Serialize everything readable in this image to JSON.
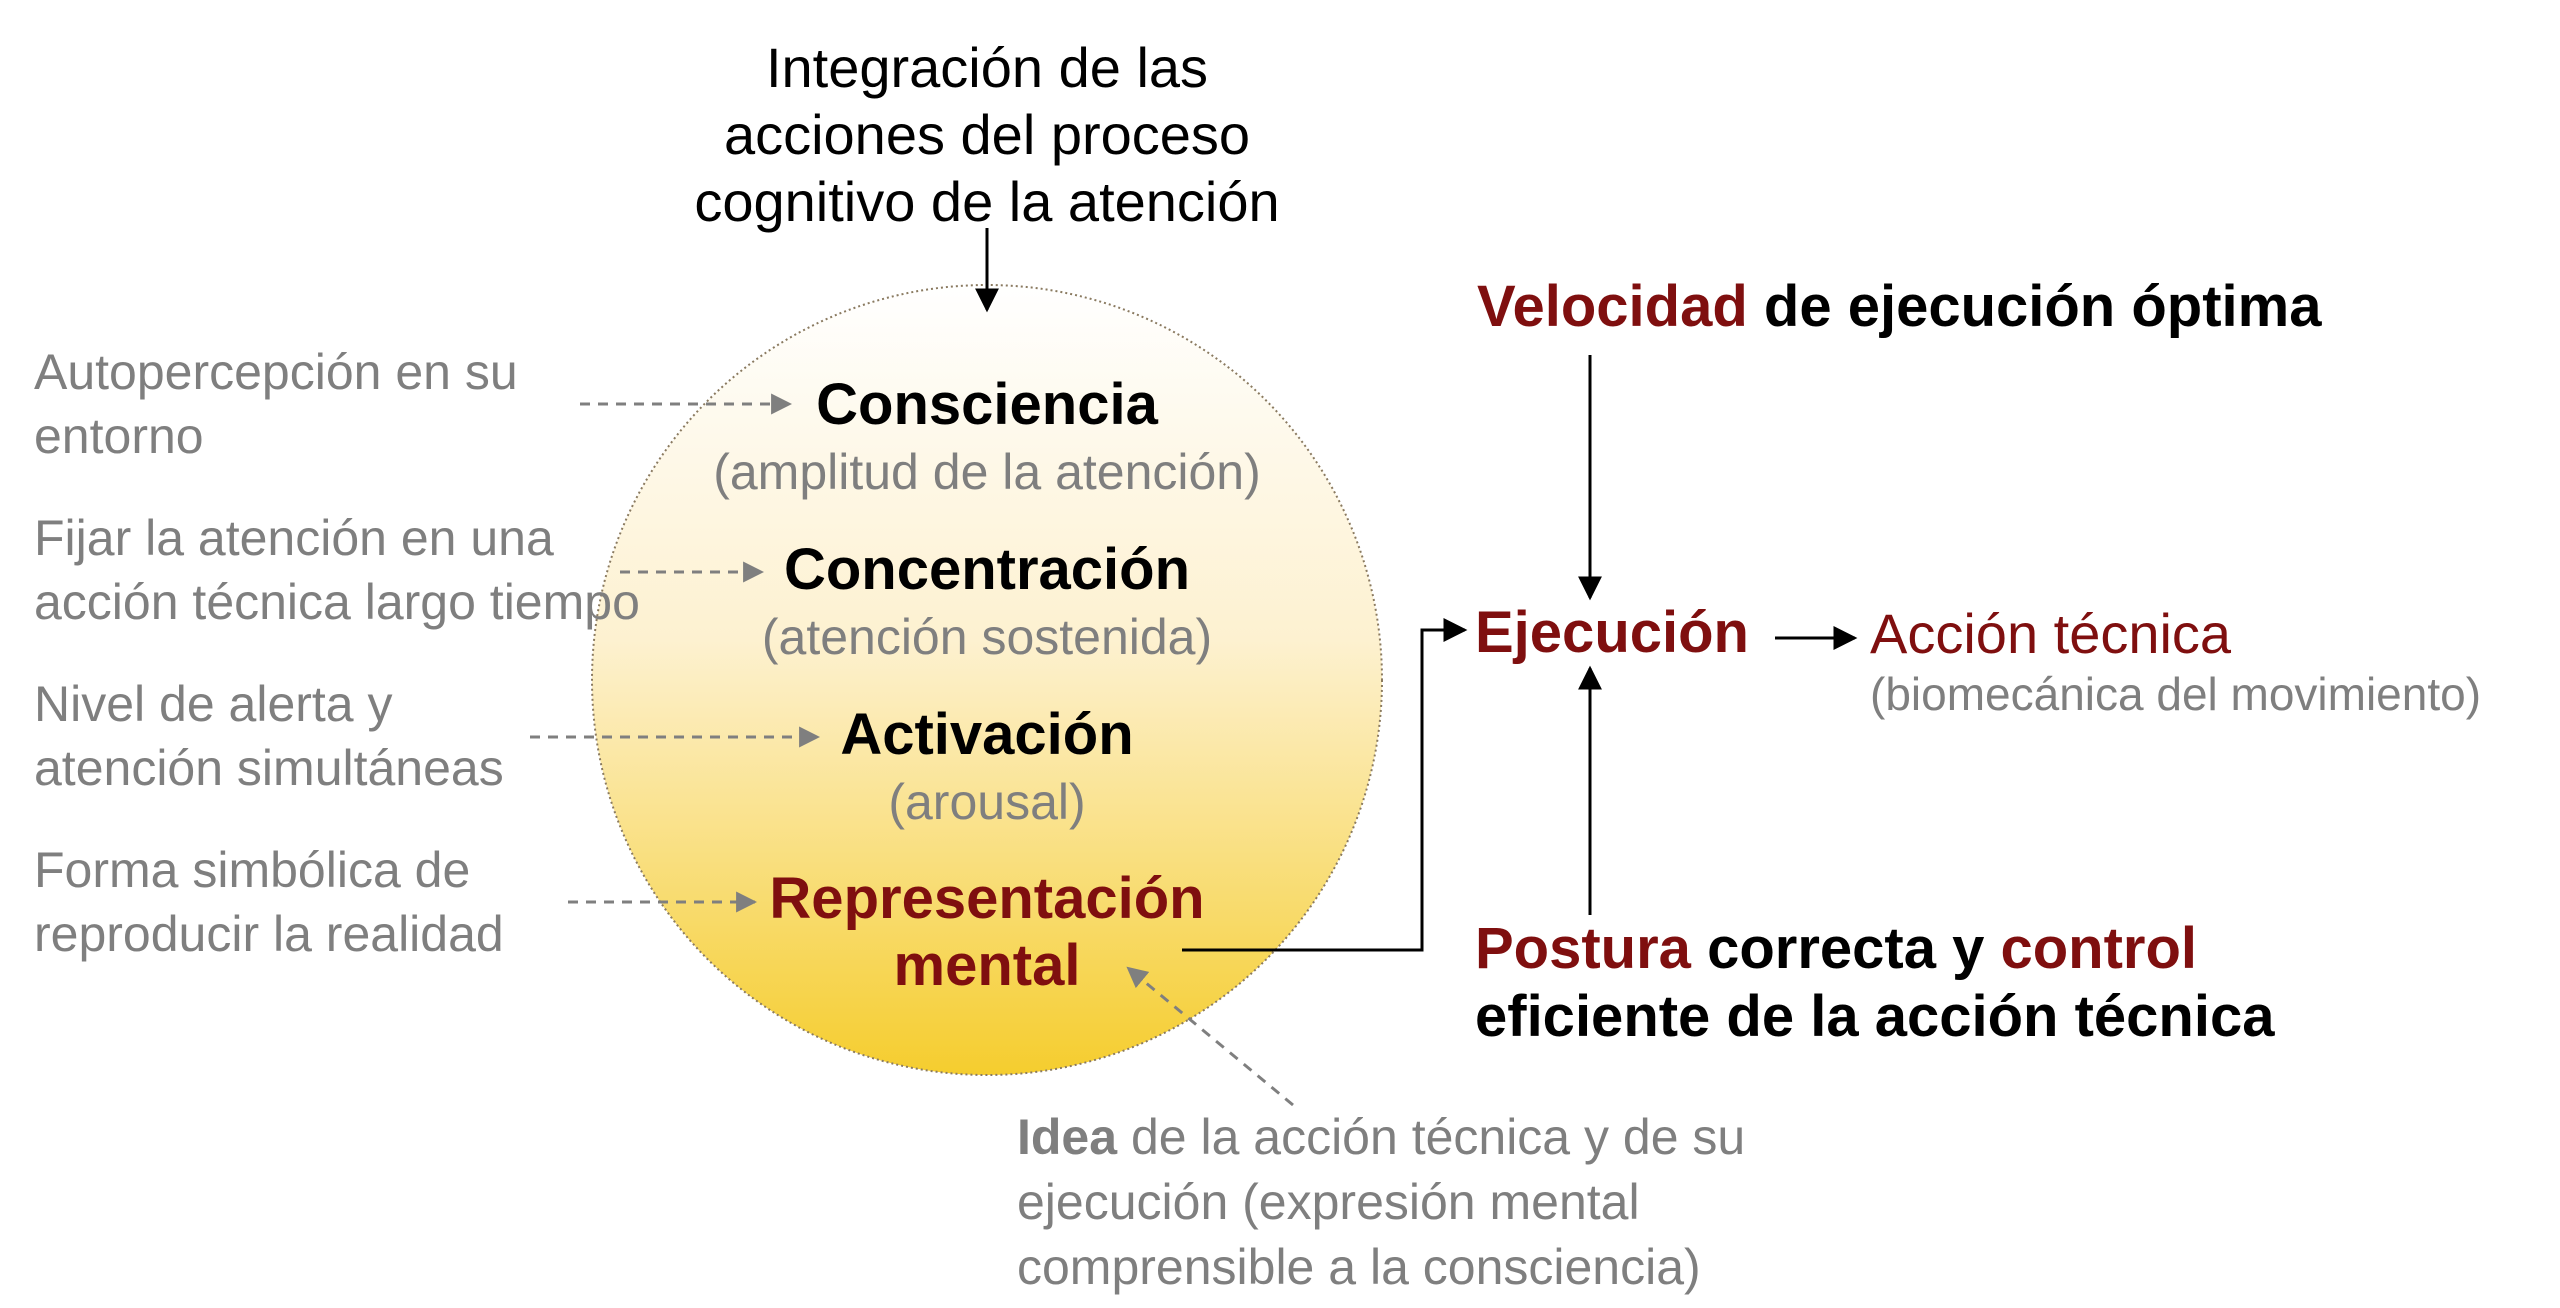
{
  "top_note": {
    "line1": "Integración de las",
    "line2": "acciones del proceso",
    "line3": "cognitivo de la atención"
  },
  "left_notes": [
    {
      "line1": "Autopercepción en su",
      "line2": "entorno"
    },
    {
      "line1": "Fijar la atención en una",
      "line2": "acción técnica largo tiempo"
    },
    {
      "line1": "Nivel de alerta y",
      "line2": "atención simultáneas"
    },
    {
      "line1": "Forma simbólica de",
      "line2": "reproducir la realidad"
    }
  ],
  "circle_items": [
    {
      "title": "Consciencia",
      "subtitle": "(amplitud de la atención)"
    },
    {
      "title": "Concentración",
      "subtitle": "(atención sostenida)"
    },
    {
      "title": "Activación",
      "subtitle": "(arousal)"
    },
    {
      "title_line1": "Representación",
      "title_line2": "mental"
    }
  ],
  "idea_note": {
    "bold": "Idea",
    "line1_rest": " de la acción técnica y de su",
    "line2": "ejecución (expresión mental",
    "line3": "comprensible a la consciencia)"
  },
  "velocidad": {
    "red": "Velocidad",
    "rest": " de ejecución óptima"
  },
  "ejecucion": "Ejecución",
  "accion_tecnica": {
    "title": "Acción técnica",
    "subtitle": "(biomecánica del movimiento)"
  },
  "postura": {
    "red1": "Postura",
    "mid": " correcta y ",
    "red2": "control",
    "line2": "eficiente de la acción técnica"
  },
  "colors": {
    "accent_red": "#7f0f0f",
    "grey_text": "#7f7f7f",
    "circle_top": "#ffffff",
    "circle_bottom": "#f5cd2e"
  }
}
